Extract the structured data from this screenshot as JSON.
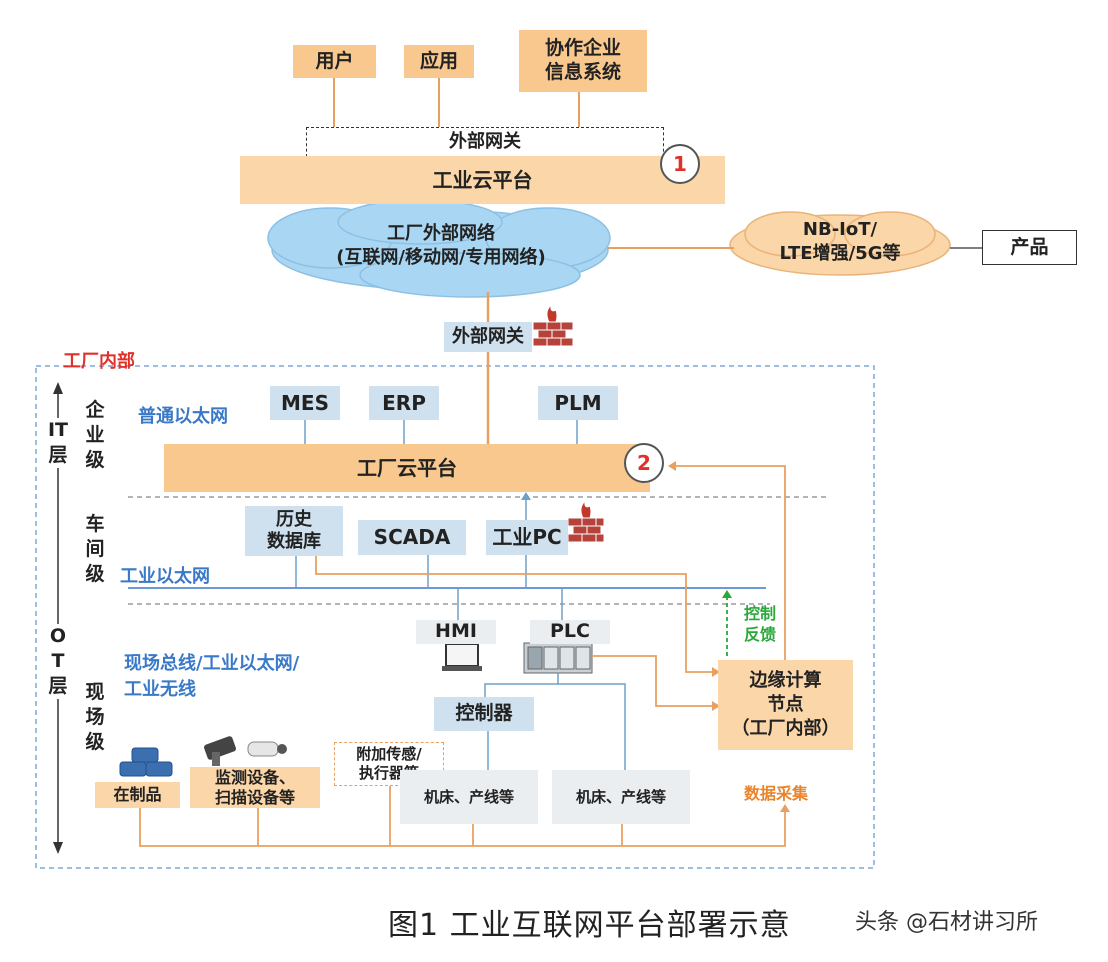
{
  "top": {
    "user": "用户",
    "app": "应用",
    "partner": "协作企业\n信息系统",
    "gateway_top": "外部网关",
    "cloud_platform": "工业云平台",
    "badge1": "1"
  },
  "network": {
    "ext_network": "工厂外部网络\n(互联网/移动网/专用网络)",
    "nbiot": "NB-IoT/\nLTE增强/5G等",
    "product": "产品",
    "gateway_mid": "外部网关"
  },
  "factory": {
    "inside_label": "工厂内部",
    "it_layer": "IT层",
    "ot_layer": "OT层",
    "enterprise_level": "企业级",
    "workshop_level": "车间级",
    "field_level": "现场级",
    "ethernet_common": "普通以太网",
    "mes": "MES",
    "erp": "ERP",
    "plm": "PLM",
    "factory_cloud": "工厂云平台",
    "badge2": "2",
    "history_db": "历史\n数据库",
    "scada": "SCADA",
    "industrial_pc": "工业PC",
    "industrial_ethernet": "工业以太网",
    "hmi": "HMI",
    "plc": "PLC",
    "fieldbus": "现场总线/工业以太网/\n工业无线",
    "controller": "控制器",
    "control_feedback": "控制\n反馈",
    "edge_node": "边缘计算\n节点\n（工厂内部）",
    "wip": "在制品",
    "monitor": "监测设备、\n扫描设备等",
    "sensors": "附加传感/\n执行器等",
    "machine1": "机床、产线等",
    "machine2": "机床、产线等",
    "data_collect": "数据采集"
  },
  "caption": "图1  工业互联网平台部署示意",
  "watermark": "头条 @石材讲习所"
}
